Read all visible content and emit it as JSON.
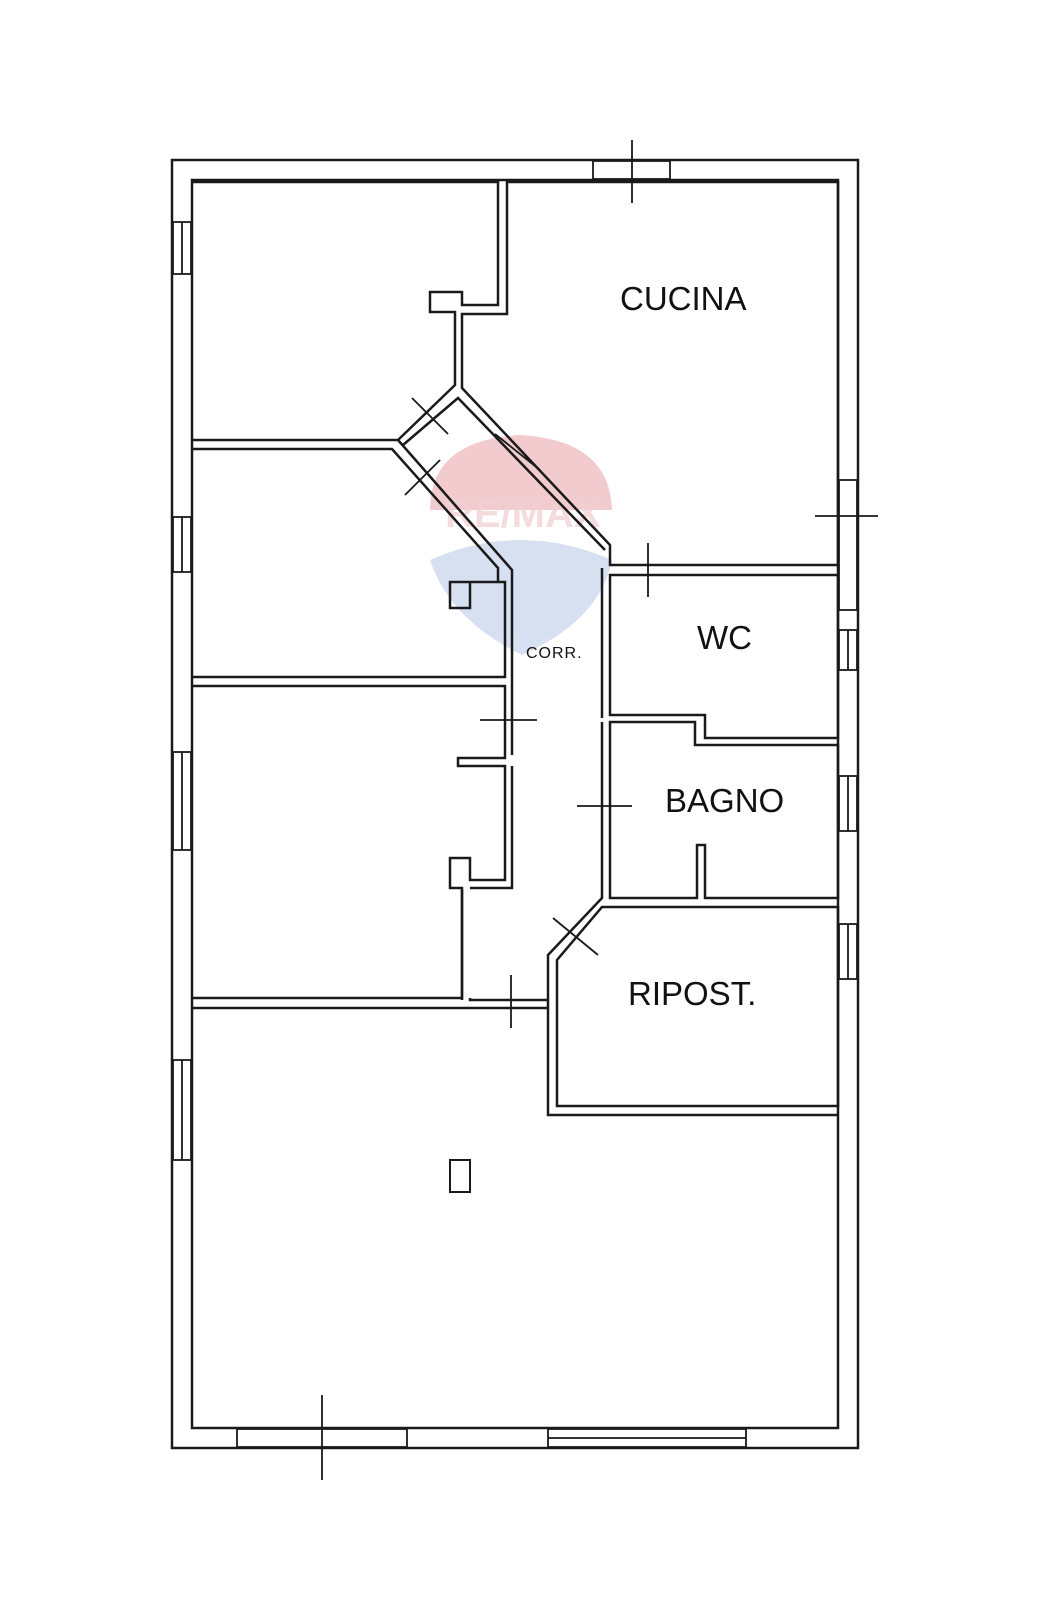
{
  "plan": {
    "rooms": [
      {
        "id": "cucina",
        "label": "CUCINA"
      },
      {
        "id": "wc",
        "label": "WC"
      },
      {
        "id": "bagno",
        "label": "BAGNO"
      },
      {
        "id": "ripost",
        "label": "RIPOST."
      },
      {
        "id": "corr",
        "label": "CORR."
      }
    ]
  },
  "watermark": {
    "text": "RE/MAX",
    "colors": {
      "red": "#e8a2a8",
      "blue": "#b8c8e6"
    }
  },
  "colors": {
    "wall": "#1a1a1a",
    "background": "#ffffff"
  }
}
